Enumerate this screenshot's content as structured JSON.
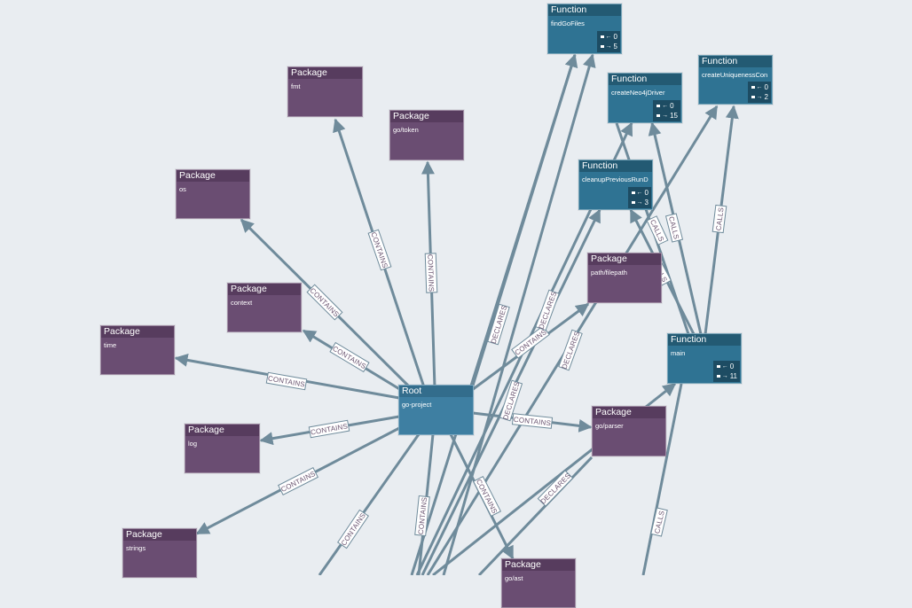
{
  "graph": {
    "background": "#e9edf1",
    "edge_color": "#6f8b9b",
    "colors": {
      "package": "#6a4d72",
      "function": "#2f7393",
      "root": "#3e7fa2"
    },
    "nodes": {
      "root": {
        "type": "Root",
        "name": "go-project"
      },
      "fmt": {
        "type": "Package",
        "name": "fmt"
      },
      "go_token": {
        "type": "Package",
        "name": "go/token"
      },
      "os": {
        "type": "Package",
        "name": "os"
      },
      "context": {
        "type": "Package",
        "name": "context"
      },
      "time": {
        "type": "Package",
        "name": "time"
      },
      "log": {
        "type": "Package",
        "name": "log"
      },
      "strings": {
        "type": "Package",
        "name": "strings"
      },
      "path_filepath": {
        "type": "Package",
        "name": "path/filepath"
      },
      "go_parser": {
        "type": "Package",
        "name": "go/parser"
      },
      "go_ast": {
        "type": "Package",
        "name": "go/ast"
      },
      "findGoFiles": {
        "type": "Function",
        "name": "findGoFiles",
        "in": "0",
        "out": "5"
      },
      "createNeo4jDriver": {
        "type": "Function",
        "name": "createNeo4jDriver",
        "in": "0",
        "out": "15"
      },
      "createUniquenessCon": {
        "type": "Function",
        "name": "createUniquenessCon",
        "in": "0",
        "out": "2"
      },
      "cleanupPreviousRunD": {
        "type": "Function",
        "name": "cleanupPreviousRunD",
        "in": "0",
        "out": "3"
      },
      "main": {
        "type": "Function",
        "name": "main",
        "in": "0",
        "out": "11"
      }
    },
    "edge_labels": {
      "contains": "CONTAINS",
      "declares": "DECLARES",
      "calls": "CALLS"
    },
    "edges": [
      {
        "from": "go-project",
        "to": "fmt",
        "label": "CONTAINS"
      },
      {
        "from": "go-project",
        "to": "go/token",
        "label": "CONTAINS"
      },
      {
        "from": "go-project",
        "to": "os",
        "label": "CONTAINS"
      },
      {
        "from": "go-project",
        "to": "context",
        "label": "CONTAINS"
      },
      {
        "from": "go-project",
        "to": "time",
        "label": "CONTAINS"
      },
      {
        "from": "go-project",
        "to": "log",
        "label": "CONTAINS"
      },
      {
        "from": "go-project",
        "to": "strings",
        "label": "CONTAINS"
      },
      {
        "from": "go-project",
        "to": "path/filepath",
        "label": "CONTAINS"
      },
      {
        "from": "go-project",
        "to": "go/parser",
        "label": "CONTAINS"
      },
      {
        "from": "go-project",
        "to": "go/ast",
        "label": "CONTAINS"
      },
      {
        "from": "go-project",
        "to": "findGoFiles",
        "label": "DECLARES"
      },
      {
        "from": "go-project",
        "to": "createNeo4jDriver",
        "label": "DECLARES"
      },
      {
        "from": "go-project",
        "to": "cleanupPreviousRunD",
        "label": "DECLARES"
      },
      {
        "from": "go-project",
        "to": "main",
        "label": "DECLARES"
      },
      {
        "from": "main",
        "to": "createNeo4jDriver",
        "label": "CALLS"
      },
      {
        "from": "main",
        "to": "cleanupPreviousRunD",
        "label": "CALLS"
      },
      {
        "from": "main",
        "to": "createUniquenessCon",
        "label": "CALLS"
      },
      {
        "from": "main",
        "to": "findGoFiles",
        "label": "CALLS"
      }
    ]
  }
}
